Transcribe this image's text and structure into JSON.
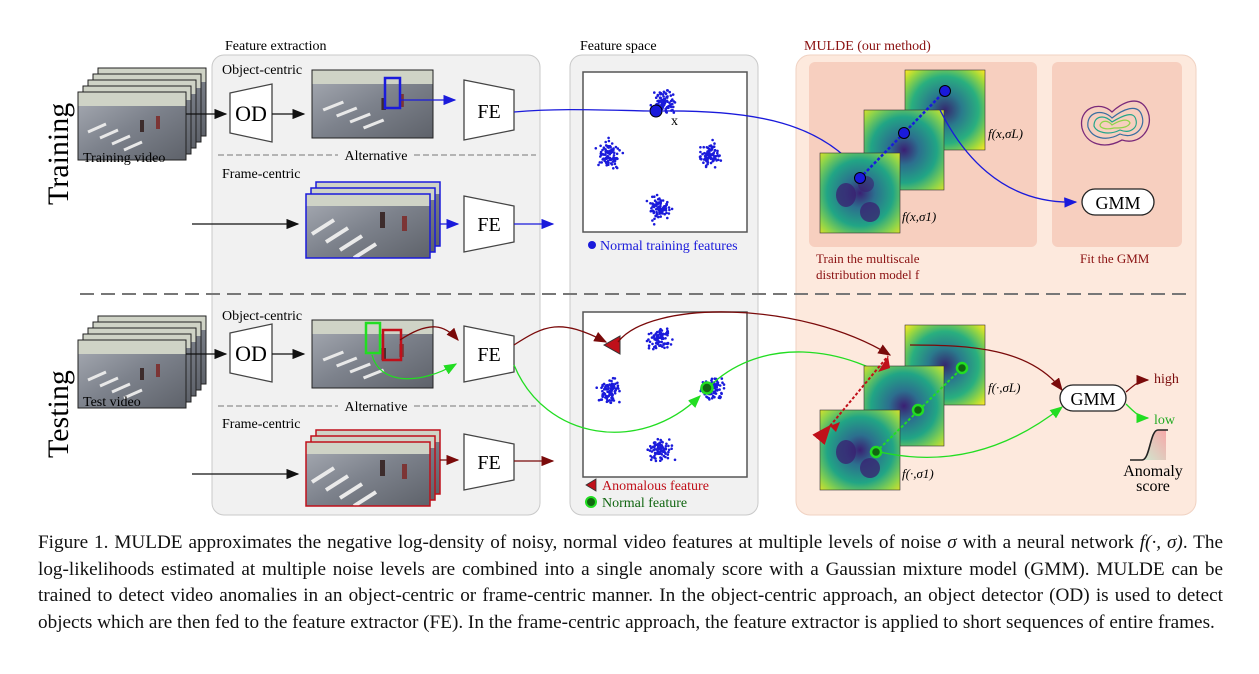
{
  "figure": {
    "row_labels": {
      "training": "Training",
      "testing": "Testing"
    },
    "inputs": {
      "training_video": "Training video",
      "test_video": "Test video"
    },
    "feature_extraction": {
      "title": "Feature extraction",
      "object_centric": "Object-centric",
      "frame_centric": "Frame-centric",
      "alternative": "Alternative",
      "od": "OD",
      "fe": "FE"
    },
    "feature_space": {
      "title": "Feature space",
      "x_label": "x",
      "legend_normal_training": "Normal training features",
      "legend_anomalous": "Anomalous feature",
      "legend_normal": "Normal feature"
    },
    "mulde": {
      "title": "MULDE (our method)",
      "train_label_1": "Train the multiscale",
      "train_label_2": "distribution model f",
      "fit_label": "Fit the GMM",
      "gmm": "GMM",
      "f_top_train": "f(x,σL)",
      "f_bottom_train": "f(x,σ1)",
      "f_top_test": "f(·,σL)",
      "f_bottom_test": "f(·,σ1)",
      "high": "high",
      "low": "low",
      "anomaly_1": "Anomaly",
      "anomaly_2": "score"
    },
    "colors": {
      "training_blue": "#1a1adb",
      "anomaly_red": "#c0101a",
      "normal_green": "#22dd22",
      "dark_red_arrow": "#7a0a0a",
      "mulde_panel": "#fde9dd",
      "panel_gray": "#f1f1f1"
    }
  },
  "caption": {
    "part1": "Figure 1. MULDE approximates the negative log-density of noisy, normal video features at multiple levels of noise ",
    "sigma": "σ",
    "part2": " with a neural network ",
    "f_expr": "f(·, σ)",
    "part3": ". The log-likelihoods estimated at multiple noise levels are combined into a single anomaly score with a Gaussian mixture model (GMM). MULDE can be trained to detect video anomalies in an object-centric or frame-centric manner. In the object-centric approach, an object detector (OD) is used to detect objects which are then fed to the feature extractor (FE). In the frame-centric approach, the feature extractor is applied to short sequences of entire frames."
  }
}
